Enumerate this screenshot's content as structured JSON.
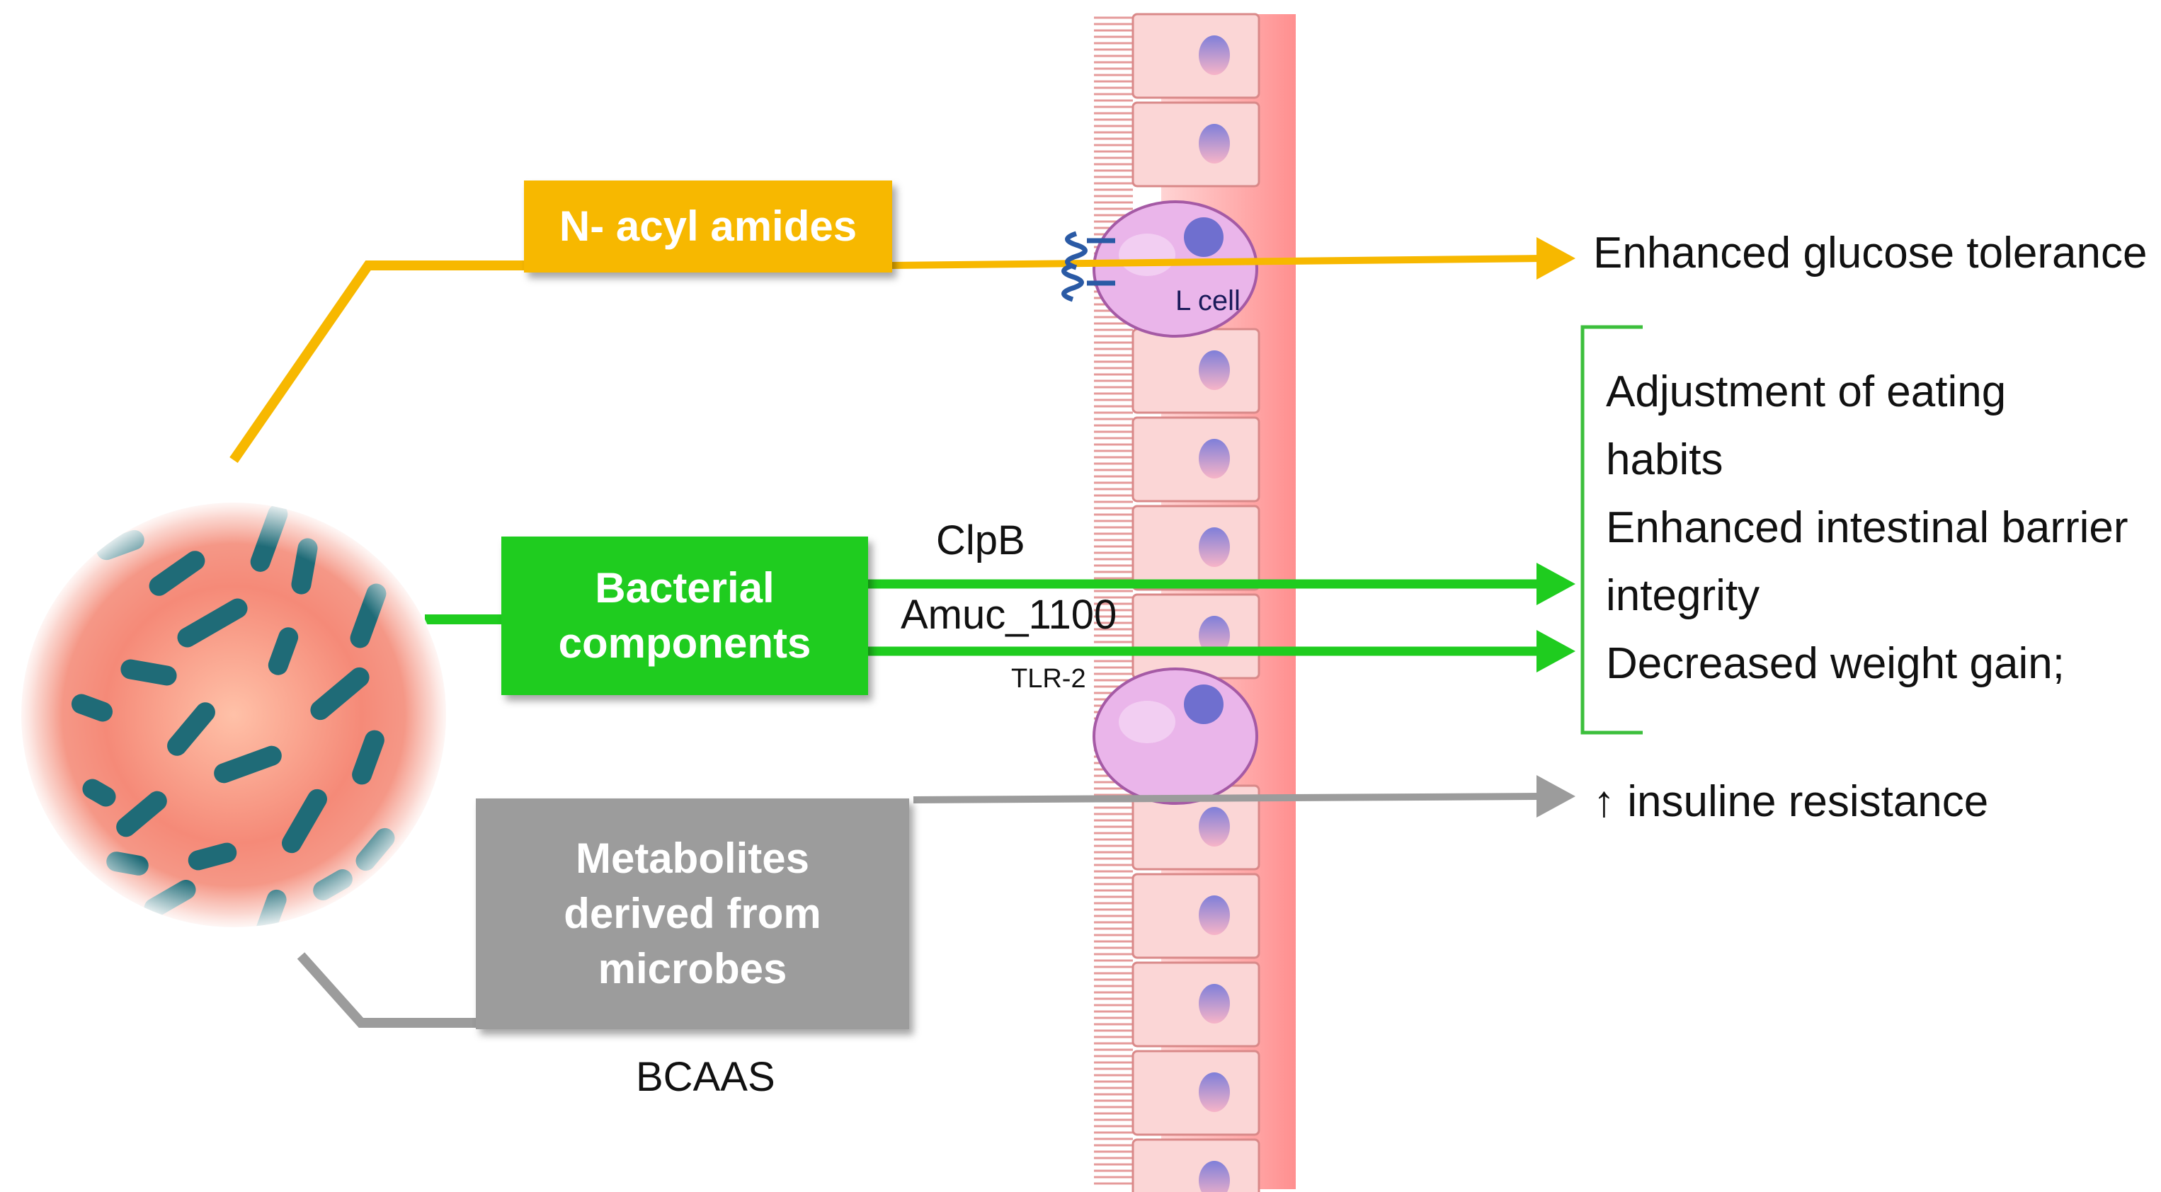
{
  "colors": {
    "amides": "#f7b800",
    "bacterial": "#1fcc1f",
    "metabolites": "#9c9c9c",
    "cell_fill": "#fbd6d6",
    "cell_stroke": "#d98989",
    "lcell_fill": "#eab5ea",
    "lcell_stroke": "#a55aa5",
    "nucleus": "#6f6fcf",
    "bracket": "#3cbf3c"
  },
  "boxes": {
    "amides": "N- acyl amides",
    "bacterial_line1": "Bacterial",
    "bacterial_line2": "components",
    "metabolites_line1": "Metabolites",
    "metabolites_line2": "derived from",
    "metabolites_line3": "microbes"
  },
  "labels": {
    "clpb": "ClpB",
    "amuc": "Amuc_1100",
    "tlr2": "TLR-2",
    "bcaas": "BCAAS",
    "lcell": "L cell"
  },
  "outcomes": {
    "glucose": "Enhanced glucose tolerance",
    "eating_line1": "Adjustment of eating",
    "eating_line2": "habits",
    "barrier_line1": "Enhanced intestinal barrier",
    "barrier_line2": "integrity",
    "weight": "Decreased weight gain;",
    "insulin": "↑ insuline resistance"
  },
  "icons": {
    "microbiota": "bacteria-circle-icon",
    "receptor": "receptor-coil-icon"
  }
}
